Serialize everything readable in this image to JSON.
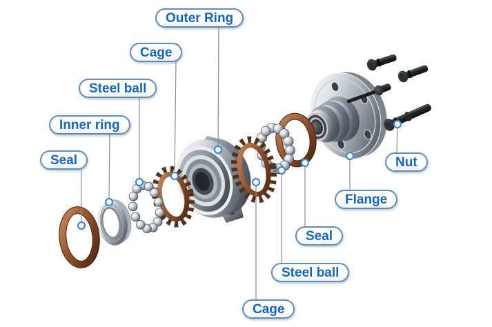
{
  "diagram": {
    "labels": {
      "outer_ring": "Outer Ring",
      "cage_top": "Cage",
      "steel_ball_top": "Steel ball",
      "inner_ring": "Inner ring",
      "seal_left": "Seal",
      "nut": "Nut",
      "flange": "Flange",
      "seal_right": "Seal",
      "steel_ball_bottom": "Steel ball",
      "cage_bottom": "Cage"
    },
    "colors": {
      "label_text": "#1266c2",
      "label_border": "#5f8cbe",
      "connector_line": "#8c8c8c",
      "connector_dot_ring": "#3f8ad6",
      "seal_copper": "#8b5231",
      "cage_brown": "#6b3a22",
      "steel_light": "#dfe3e7",
      "steel_dark": "#41464d",
      "stud_black": "#141517",
      "background": "#ffffff"
    }
  }
}
